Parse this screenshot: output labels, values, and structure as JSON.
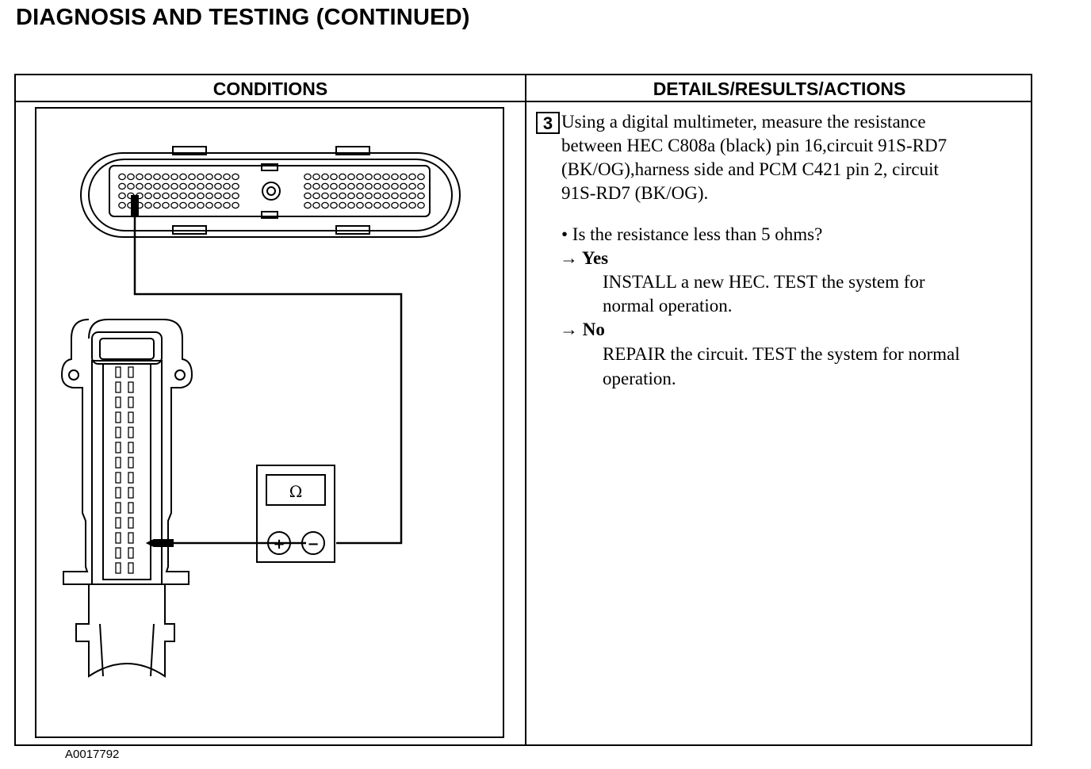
{
  "page": {
    "title": "DIAGNOSIS AND TESTING (CONTINUED)"
  },
  "table": {
    "headers": {
      "conditions": "CONDITIONS",
      "details": "DETAILS/RESULTS/ACTIONS"
    }
  },
  "figure": {
    "id": "A0017792",
    "meter_symbol": "Ω",
    "plus_symbol": "+",
    "minus_symbol": "−"
  },
  "step": {
    "number": "3",
    "instruction_lines": [
      "Using a digital multimeter, measure the resistance",
      "between HEC C808a (black) pin 16,circuit 91S-RD7",
      "(BK/OG),harness side and PCM C421 pin 2, circuit",
      "91S-RD7 (BK/OG)."
    ],
    "question": "• Is the resistance less than 5 ohms?",
    "answers": [
      {
        "label": "→ Yes",
        "action_lines": [
          "INSTALL a new HEC. TEST the system for",
          "normal operation."
        ]
      },
      {
        "label": "→ No",
        "action_lines": [
          "REPAIR the circuit. TEST the system for normal",
          "operation."
        ]
      }
    ]
  }
}
